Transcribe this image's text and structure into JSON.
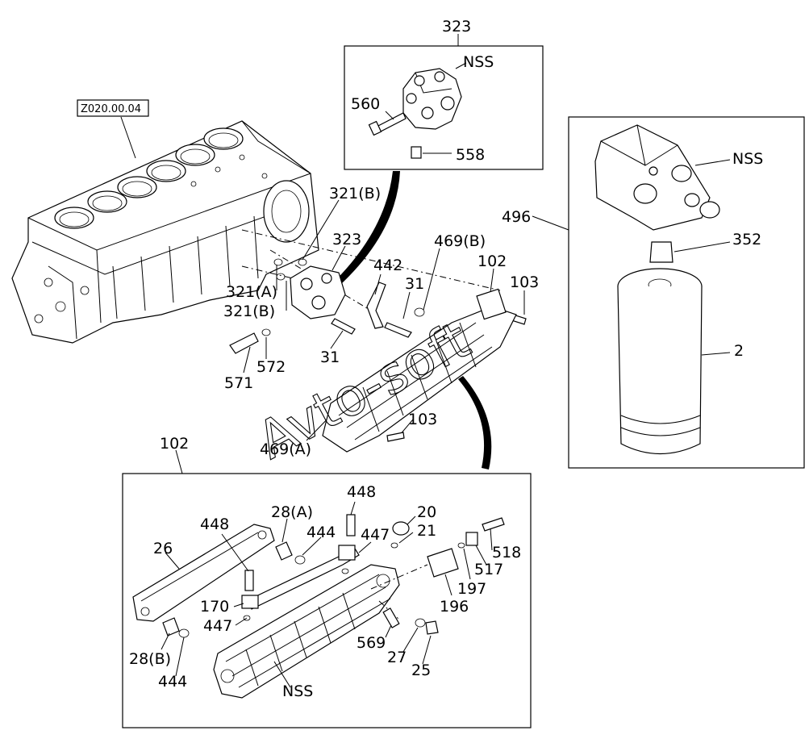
{
  "reference_tag": "Z020.00.04",
  "watermark": "Avto-soft",
  "callouts": {
    "l323_top": "323",
    "nss_top": "NSS",
    "l560": "560",
    "l558": "558",
    "l321b_1": "321(B)",
    "l323_mid": "323",
    "l321a": "321(A)",
    "l321b_2": "321(B)",
    "l442": "442",
    "l31_1": "31",
    "l469b": "469(B)",
    "l102_mid": "102",
    "l103_1": "103",
    "l31_2": "31",
    "l571": "571",
    "l572": "572",
    "l103_2": "103",
    "l469a": "469(A)",
    "l496": "496",
    "nss_filter": "NSS",
    "l352": "352",
    "l2": "2",
    "l102_bot": "102",
    "l448_1": "448",
    "l28a": "28(A)",
    "l444_1": "444",
    "l447_1": "447",
    "l448_2": "448",
    "l20": "20",
    "l21": "21",
    "l26": "26",
    "l518": "518",
    "l517": "517",
    "l197": "197",
    "l170": "170",
    "l196": "196",
    "l447_2": "447",
    "l28b": "28(B)",
    "l569": "569",
    "l27": "27",
    "l25": "25",
    "l444_2": "444",
    "nss_cooler": "NSS"
  }
}
